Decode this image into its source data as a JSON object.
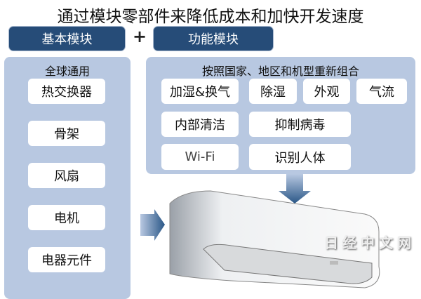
{
  "title": "通过模块零部件来降低成本和加快开发速度",
  "tabs": {
    "basic": "基本模块",
    "functional": "功能模块",
    "plus": "+"
  },
  "basic_panel": {
    "label": "全球通用",
    "items": [
      "热交换器",
      "骨架",
      "风扇",
      "电机",
      "电器元件"
    ]
  },
  "functional_panel": {
    "label": "按照国家、地区和机型重新组合",
    "items": [
      "加湿&换气",
      "除湿",
      "外观",
      "气流",
      "内部清洁",
      "抑制病毒",
      "Wi-Fi",
      "识别人体"
    ]
  },
  "watermark": "日经中文网",
  "colors": {
    "tab": "#264c78",
    "panel": "#b8c8e1",
    "arrow": "#2a5787"
  }
}
